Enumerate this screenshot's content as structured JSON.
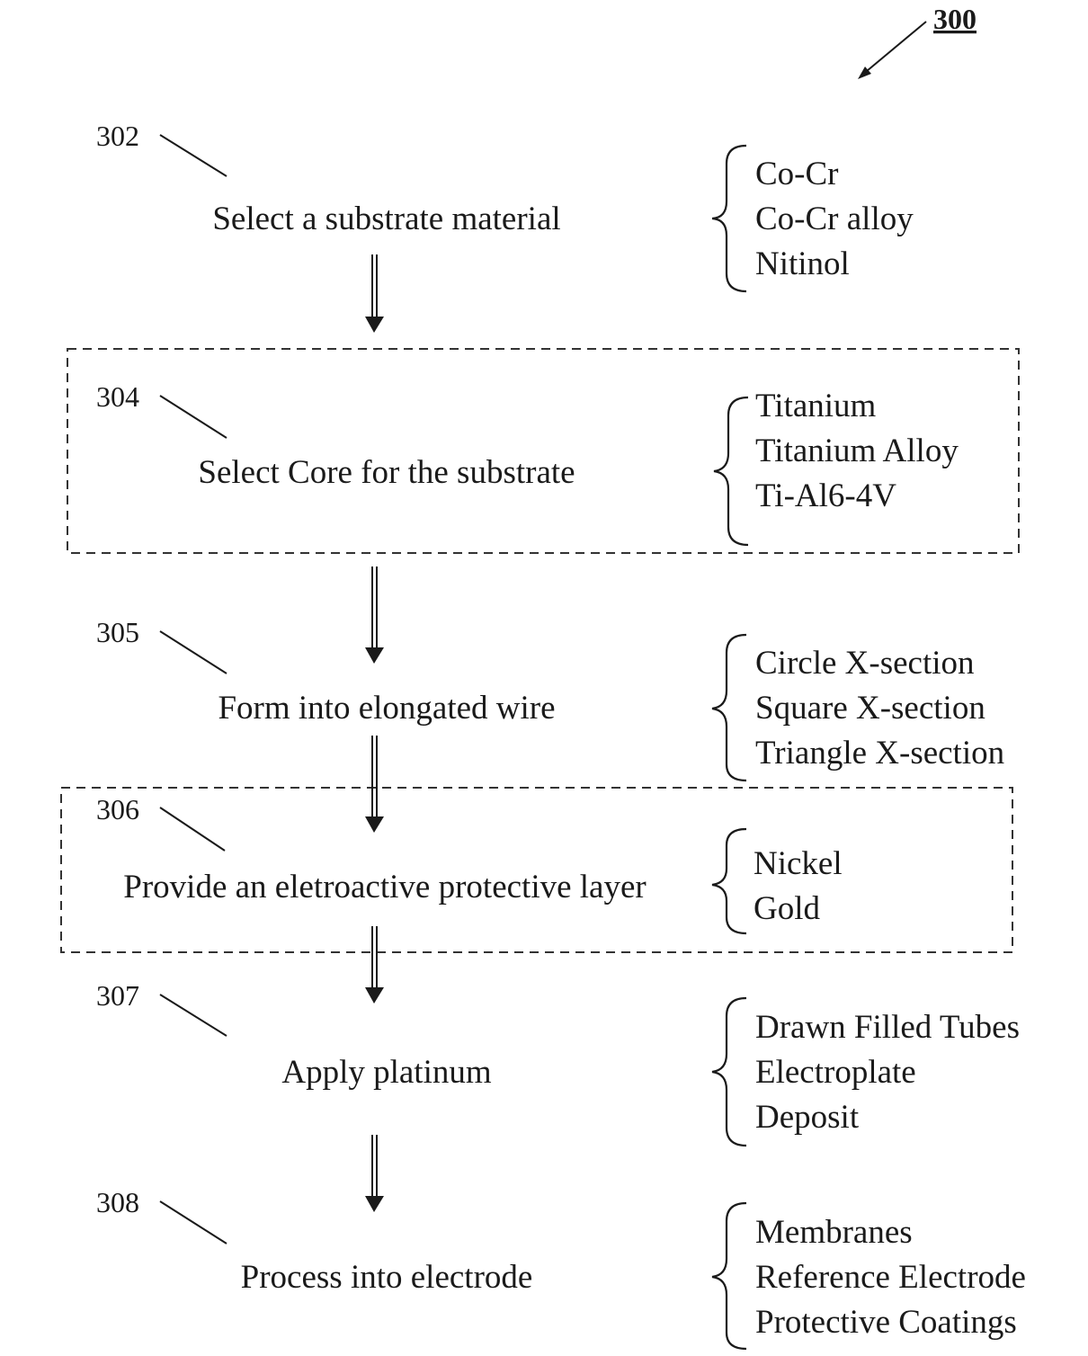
{
  "figure": {
    "number": "300"
  },
  "steps": [
    {
      "ref": "302",
      "label": "Select a substrate material",
      "options": [
        "Co-Cr",
        "Co-Cr alloy",
        "Nitinol"
      ],
      "optional": false
    },
    {
      "ref": "304",
      "label": "Select Core for the substrate",
      "options": [
        "Titanium",
        "Titanium Alloy",
        "Ti-Al6-4V"
      ],
      "optional": true
    },
    {
      "ref": "305",
      "label": "Form into elongated wire",
      "options": [
        "Circle X-section",
        "Square X-section",
        "Triangle X-section"
      ],
      "optional": false
    },
    {
      "ref": "306",
      "label": "Provide an eletroactive protective layer",
      "options": [
        "Nickel",
        "Gold"
      ],
      "optional": true
    },
    {
      "ref": "307",
      "label": "Apply platinum",
      "options": [
        "Drawn Filled Tubes",
        "Electroplate",
        "Deposit"
      ],
      "optional": false
    },
    {
      "ref": "308",
      "label": "Process into electrode",
      "options": [
        "Membranes",
        "Reference Electrode",
        "Protective Coatings"
      ],
      "optional": false
    }
  ]
}
